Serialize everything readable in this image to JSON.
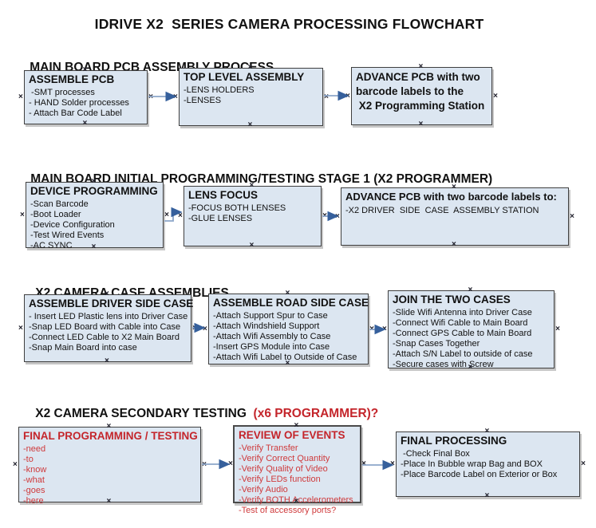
{
  "title": "IDRIVE X2  SERIES CAMERA PROCESSING FLOWCHART",
  "colors": {
    "text": "#111111",
    "box_fill": "#dce6f1",
    "box_border": "#3f3f3f",
    "arrow_line": "#8ca6c9",
    "arrow_head": "#36609c",
    "red_header": "#c4252b",
    "red_item": "#cf3a3c"
  },
  "sections": [
    {
      "heading": "MAIN BOARD PCB ASSEMBLY PROCESS",
      "boxes": [
        {
          "title": "ASSEMBLE PCB",
          "items": [
            " -SMT processes",
            "- HAND Solder processes",
            "- Attach Bar Code Label"
          ]
        },
        {
          "title": "TOP LEVEL ASSEMBLY",
          "items": [
            "-LENS HOLDERS",
            "-LENSES"
          ]
        },
        {
          "title": "ADVANCE PCB with two",
          "items": [
            "barcode labels to the",
            " X2 Programming Station"
          ]
        }
      ]
    },
    {
      "heading": "MAIN BOARD INITIAL PROGRAMMING/TESTING STAGE 1 (X2 PROGRAMMER)",
      "boxes": [
        {
          "title": "DEVICE PROGRAMMING",
          "items": [
            "-Scan Barcode",
            "-Boot Loader",
            "-Device Configuration",
            "-Test Wired Events",
            "-AC SYNC"
          ]
        },
        {
          "title": "LENS FOCUS",
          "items": [
            "-FOCUS BOTH LENSES",
            "-GLUE LENSES"
          ]
        },
        {
          "title": "ADVANCE PCB with two barcode labels to:",
          "items": [
            "-X2 DRIVER  SIDE  CASE  ASSEMBLY STATION"
          ]
        }
      ]
    },
    {
      "heading": "X2 CAMERA CASE ASSEMBLIES",
      "boxes": [
        {
          "title": "ASSEMBLE DRIVER SIDE CASE",
          "items": [
            "- Insert LED Plastic lens into Driver Case",
            "-Snap LED Board with Cable into Case",
            "-Connect LED Cable to X2 Main Board",
            "-Snap Main Board into case"
          ]
        },
        {
          "title": "ASSEMBLE ROAD SIDE CASE",
          "items": [
            "-Attach Support Spur to Case",
            "-Attach Windshield Support",
            "-Attach Wifi Assembly to Case",
            "-Insert GPS Module into Case",
            "-Attach Wifi Label to Outside of Case"
          ]
        },
        {
          "title": "JOIN THE TWO CASES",
          "items": [
            "-Slide Wifi Antenna into Driver Case",
            "-Connect Wifi Cable to Main Board",
            "-Connect GPS Cable to Main Board",
            "-Snap Cases Together",
            "-Attach S/N Label to outside of case",
            "-Secure cases with Screw"
          ]
        }
      ]
    },
    {
      "heading": "X2 CAMERA SECONDARY TESTING ",
      "heading_red": " (x6 PROGRAMMER)?",
      "boxes": [
        {
          "title": "FINAL PROGRAMMING / TESTING",
          "items": [
            "-need",
            "-to",
            "-know",
            "-what",
            "-goes",
            "-here"
          ]
        },
        {
          "title": "REVIEW OF EVENTS",
          "items": [
            "-Verify Transfer",
            "-Verify Correct Quantity",
            "-Verify Quality of Video",
            "-Verify LEDs function",
            "-Verify Audio",
            "-Verify BOTH Accelerometers",
            "-Test of accessory ports?"
          ]
        },
        {
          "title": "FINAL PROCESSING",
          "items": [
            " -Check Final Box",
            "-Place In Bubble wrap Bag and BOX",
            "-Place Barcode Label on Exterior or Box"
          ]
        }
      ]
    }
  ]
}
